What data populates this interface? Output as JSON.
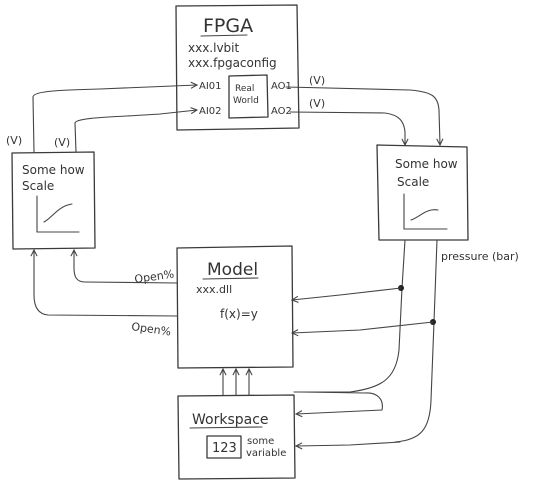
{
  "fpga": {
    "title": "FPGA",
    "file1": "xxx.lvbit",
    "file2": "xxx.fpgaconfig",
    "ai1": "AI01",
    "ai2": "AI02",
    "ao1": "AO1",
    "ao2": "AO2",
    "realworld1": "Real",
    "realworld2": "World"
  },
  "scale_left": {
    "line1": "Some how",
    "line2": "Scale"
  },
  "scale_right": {
    "line1": "Some how",
    "line2": "Scale"
  },
  "model": {
    "title": "Model",
    "file": "xxx.dll",
    "func": "f(x)=y"
  },
  "workspace": {
    "title": "Workspace",
    "value": "123",
    "var1": "some",
    "var2": "variable"
  },
  "labels": {
    "v_top_left_1": "(V)",
    "v_top_left_2": "(V)",
    "v_right_1": "(V)",
    "v_right_2": "(V)",
    "open1": "Open%",
    "open2": "Open%",
    "pressure": "pressure (bar)"
  },
  "colors": {
    "ink": "#333333",
    "background": "#ffffff"
  }
}
